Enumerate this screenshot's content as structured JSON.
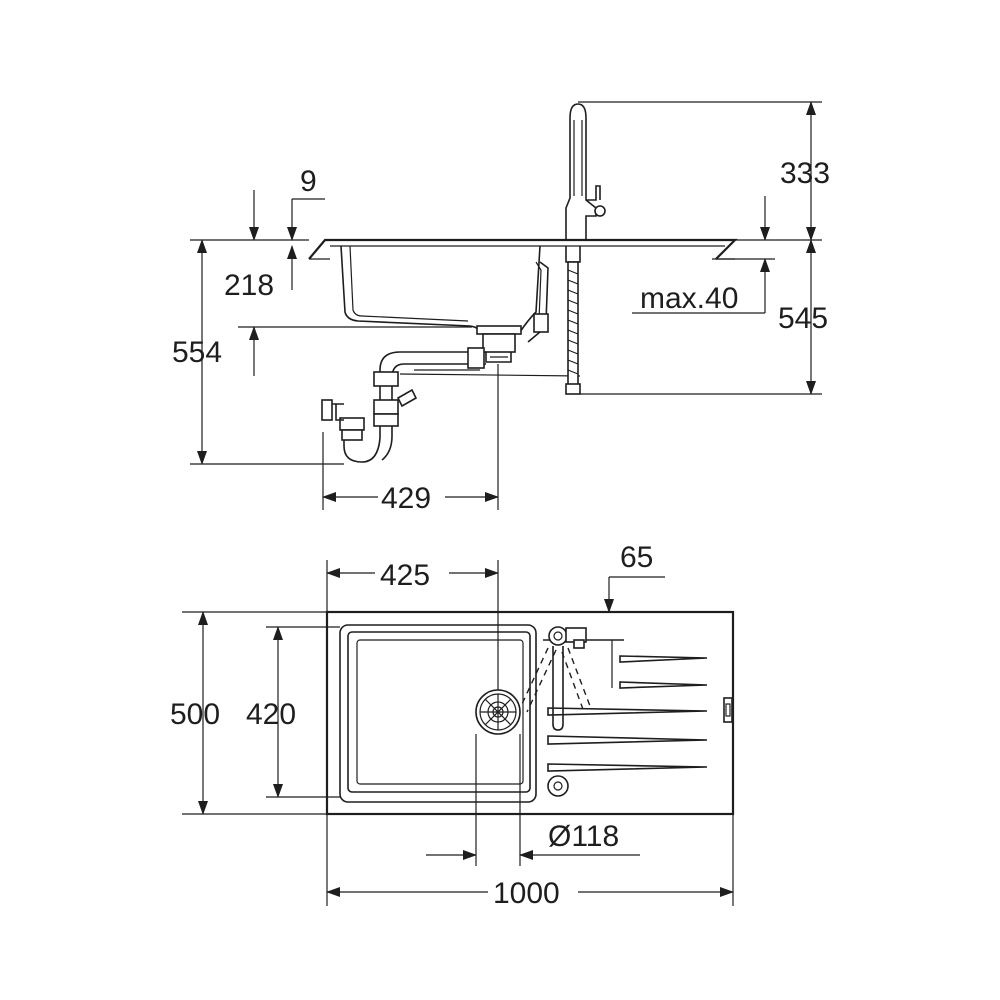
{
  "dimensions": {
    "faucet_height": "333",
    "overflow_offset": "9",
    "bowl_depth": "218",
    "countertop_thickness": "max.40",
    "below_counter_depth": "545",
    "trap_depth": "554",
    "trap_offset": "429",
    "bowl_center_offset": "425",
    "edge_offset": "65",
    "sink_width": "500",
    "bowl_width": "420",
    "waste_diameter": "Ø118",
    "sink_length": "1000"
  }
}
